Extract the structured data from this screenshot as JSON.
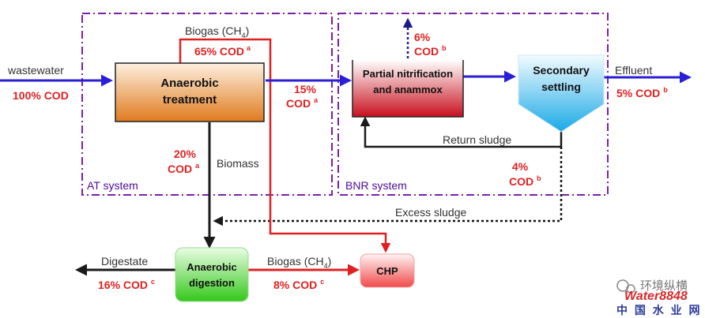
{
  "systems": {
    "at": "AT system",
    "bnr": "BNR system"
  },
  "boxes": {
    "anaerobic_treatment": [
      "Anaerobic",
      "treatment"
    ],
    "partial_nitrification": [
      "Partial nitrification",
      "and anammox"
    ],
    "secondary_settling": [
      "Secondary",
      "settling"
    ],
    "anaerobic_digestion": [
      "Anaerobic",
      "digestion"
    ],
    "chp": "CHP"
  },
  "flows": {
    "wastewater": "wastewater",
    "biogas_top": "Biogas (CH",
    "biogas_sub": "4",
    "biomass": "Biomass",
    "effluent": "Effluent",
    "return_sludge": "Return sludge",
    "excess_sludge": "Excess sludge",
    "digestate": "Digestate",
    "biogas_bottom": "Biogas (CH",
    "biogas_bottom_sub": "4",
    "close_paren": ")"
  },
  "cod": {
    "influent": "100% COD",
    "biogas": "65% COD",
    "biogas_sup": "a",
    "to_bnr_pct": "15%",
    "to_bnr": "COD",
    "to_bnr_sup": "a",
    "offgas_pct": "6%",
    "offgas": "COD",
    "offgas_sup": "b",
    "effluent": "5% COD",
    "effluent_sup": "b",
    "biomass_pct": "20%",
    "biomass": "COD",
    "biomass_sup": "a",
    "excess_pct": "4%",
    "excess": "COD",
    "excess_sup": "b",
    "digestate": "16% COD",
    "digestate_sup": "c",
    "digestion_biogas": "8% COD",
    "digestion_biogas_sup": "c"
  },
  "watermark": {
    "brand": "Water8848",
    "cn": "中 国 水 业 网",
    "gray": "环境纵横"
  },
  "colors": {
    "blue_arrow": "#2a1fd6",
    "red_arrow": "#e02020",
    "black_arrow": "#1a1a1a",
    "system_border": "#7a1fa8"
  }
}
